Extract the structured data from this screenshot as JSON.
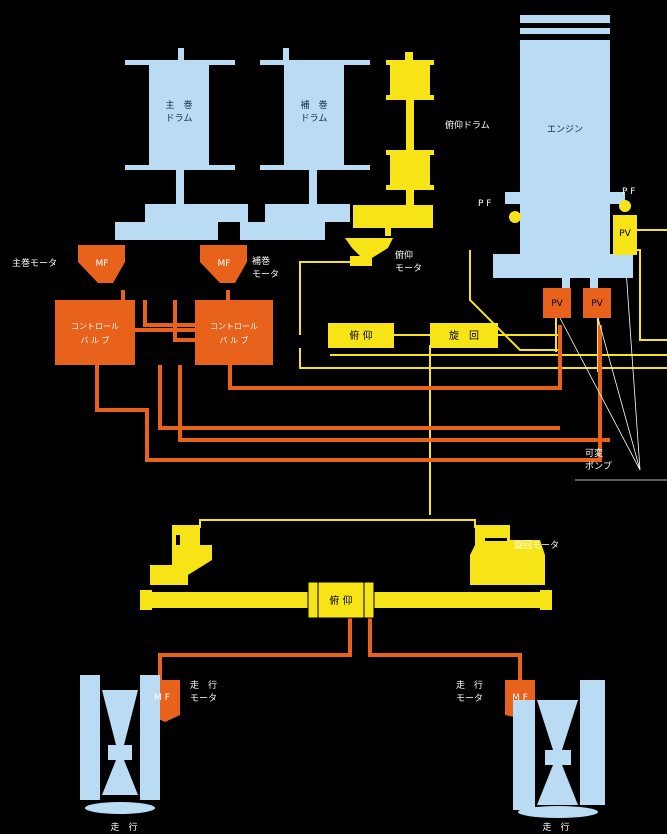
{
  "labels": {
    "main_drum": [
      "主　巻",
      "ドラム"
    ],
    "aux_drum": [
      "補　巻",
      "ドラム"
    ],
    "boom_drum": "俯仰ドラム",
    "engine": "エンジン",
    "pf_left": "P F",
    "pf_right": "P F",
    "pv1": "PV",
    "pv2": "PV",
    "pv3": "PV",
    "main_motor": "主巻モータ",
    "mf_main": "MF",
    "mf_aux": "MF",
    "aux_motor": [
      "補巻",
      "モータ"
    ],
    "boom_motor": [
      "俯仰",
      "モータ"
    ],
    "control_valve_left": [
      "コントロール",
      "バ ル ブ"
    ],
    "control_valve_right": [
      "コントロール",
      "バ ル ブ"
    ],
    "boom_box": "俯 仰",
    "swing_box": "旋　回",
    "variable_pump": [
      "可変",
      "ポンプ"
    ],
    "swing_motor": "旋回モータ",
    "center_box": "俯 仰",
    "mf_left_travel": "M F",
    "mf_right_travel": "M F",
    "travel_motor_left": [
      "走　行",
      "モータ"
    ],
    "travel_motor_right": [
      "走　行",
      "モータ"
    ],
    "travel_left": "走　行",
    "travel_right": "走　行"
  },
  "colors": {
    "background": "#000000",
    "blue": "#b9dcf4",
    "yellow": "#f6e416",
    "orange": "#e8621c",
    "white": "#ffffff"
  }
}
